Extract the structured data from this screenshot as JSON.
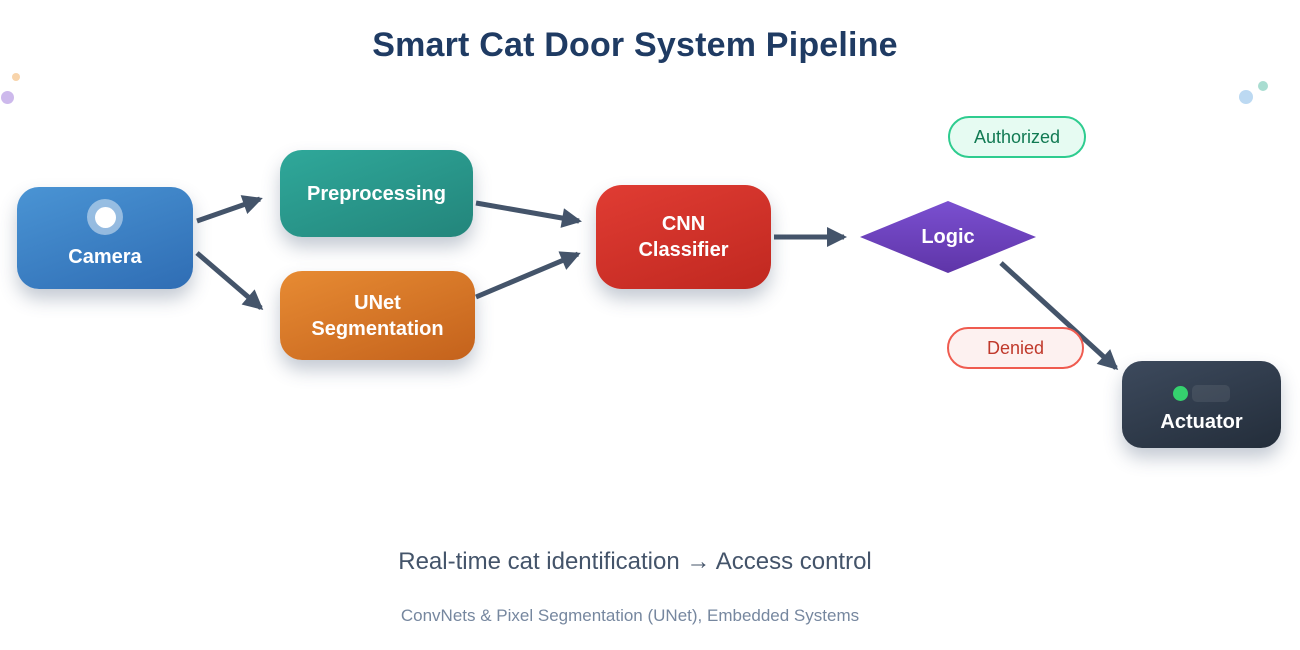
{
  "title": "Smart Cat Door System Pipeline",
  "nodes": {
    "camera": {
      "label": "Camera",
      "color": "#3b82c8",
      "icon": "camera-lens-icon"
    },
    "preprocessing": {
      "label": "Preprocessing",
      "color": "#2a9b8f"
    },
    "unet": {
      "lines": [
        "UNet",
        "Segmentation"
      ],
      "color": "#d97427"
    },
    "cnn": {
      "lines": [
        "CNN",
        "Classifier"
      ],
      "color": "#d5332c"
    },
    "logic": {
      "label": "Logic",
      "color": "#6f42c1",
      "shape": "diamond"
    },
    "actuator": {
      "label": "Actuator",
      "color": "#303c4e",
      "icon": "led-indicator-icon",
      "led_color": "#35d16e"
    }
  },
  "labels": {
    "authorized": {
      "text": "Authorized",
      "border_color": "#2ecc8f",
      "fill_color": "#e6fbf2",
      "text_color": "#117a53"
    },
    "denied": {
      "text": "Denied",
      "border_color": "#ef5b4f",
      "fill_color": "#fdf1f0",
      "text_color": "#c0392b"
    }
  },
  "edges": [
    {
      "from": "camera",
      "to": "preprocessing"
    },
    {
      "from": "camera",
      "to": "unet"
    },
    {
      "from": "preprocessing",
      "to": "cnn"
    },
    {
      "from": "unet",
      "to": "cnn"
    },
    {
      "from": "cnn",
      "to": "logic"
    },
    {
      "from": "logic",
      "to": "actuator"
    }
  ],
  "captions": {
    "primary": "Real-time cat identification → Access control",
    "secondary": "ConvNets & Pixel Segmentation (UNet), Embedded Systems"
  },
  "colors": {
    "title": "#1f3b63",
    "arrow": "#44546a",
    "caption_primary": "#44546a",
    "caption_secondary": "#76879f",
    "decor_dots": [
      "#f8d4ab",
      "#cdb9ec",
      "#a9ddd1",
      "#bcd9f2"
    ]
  }
}
